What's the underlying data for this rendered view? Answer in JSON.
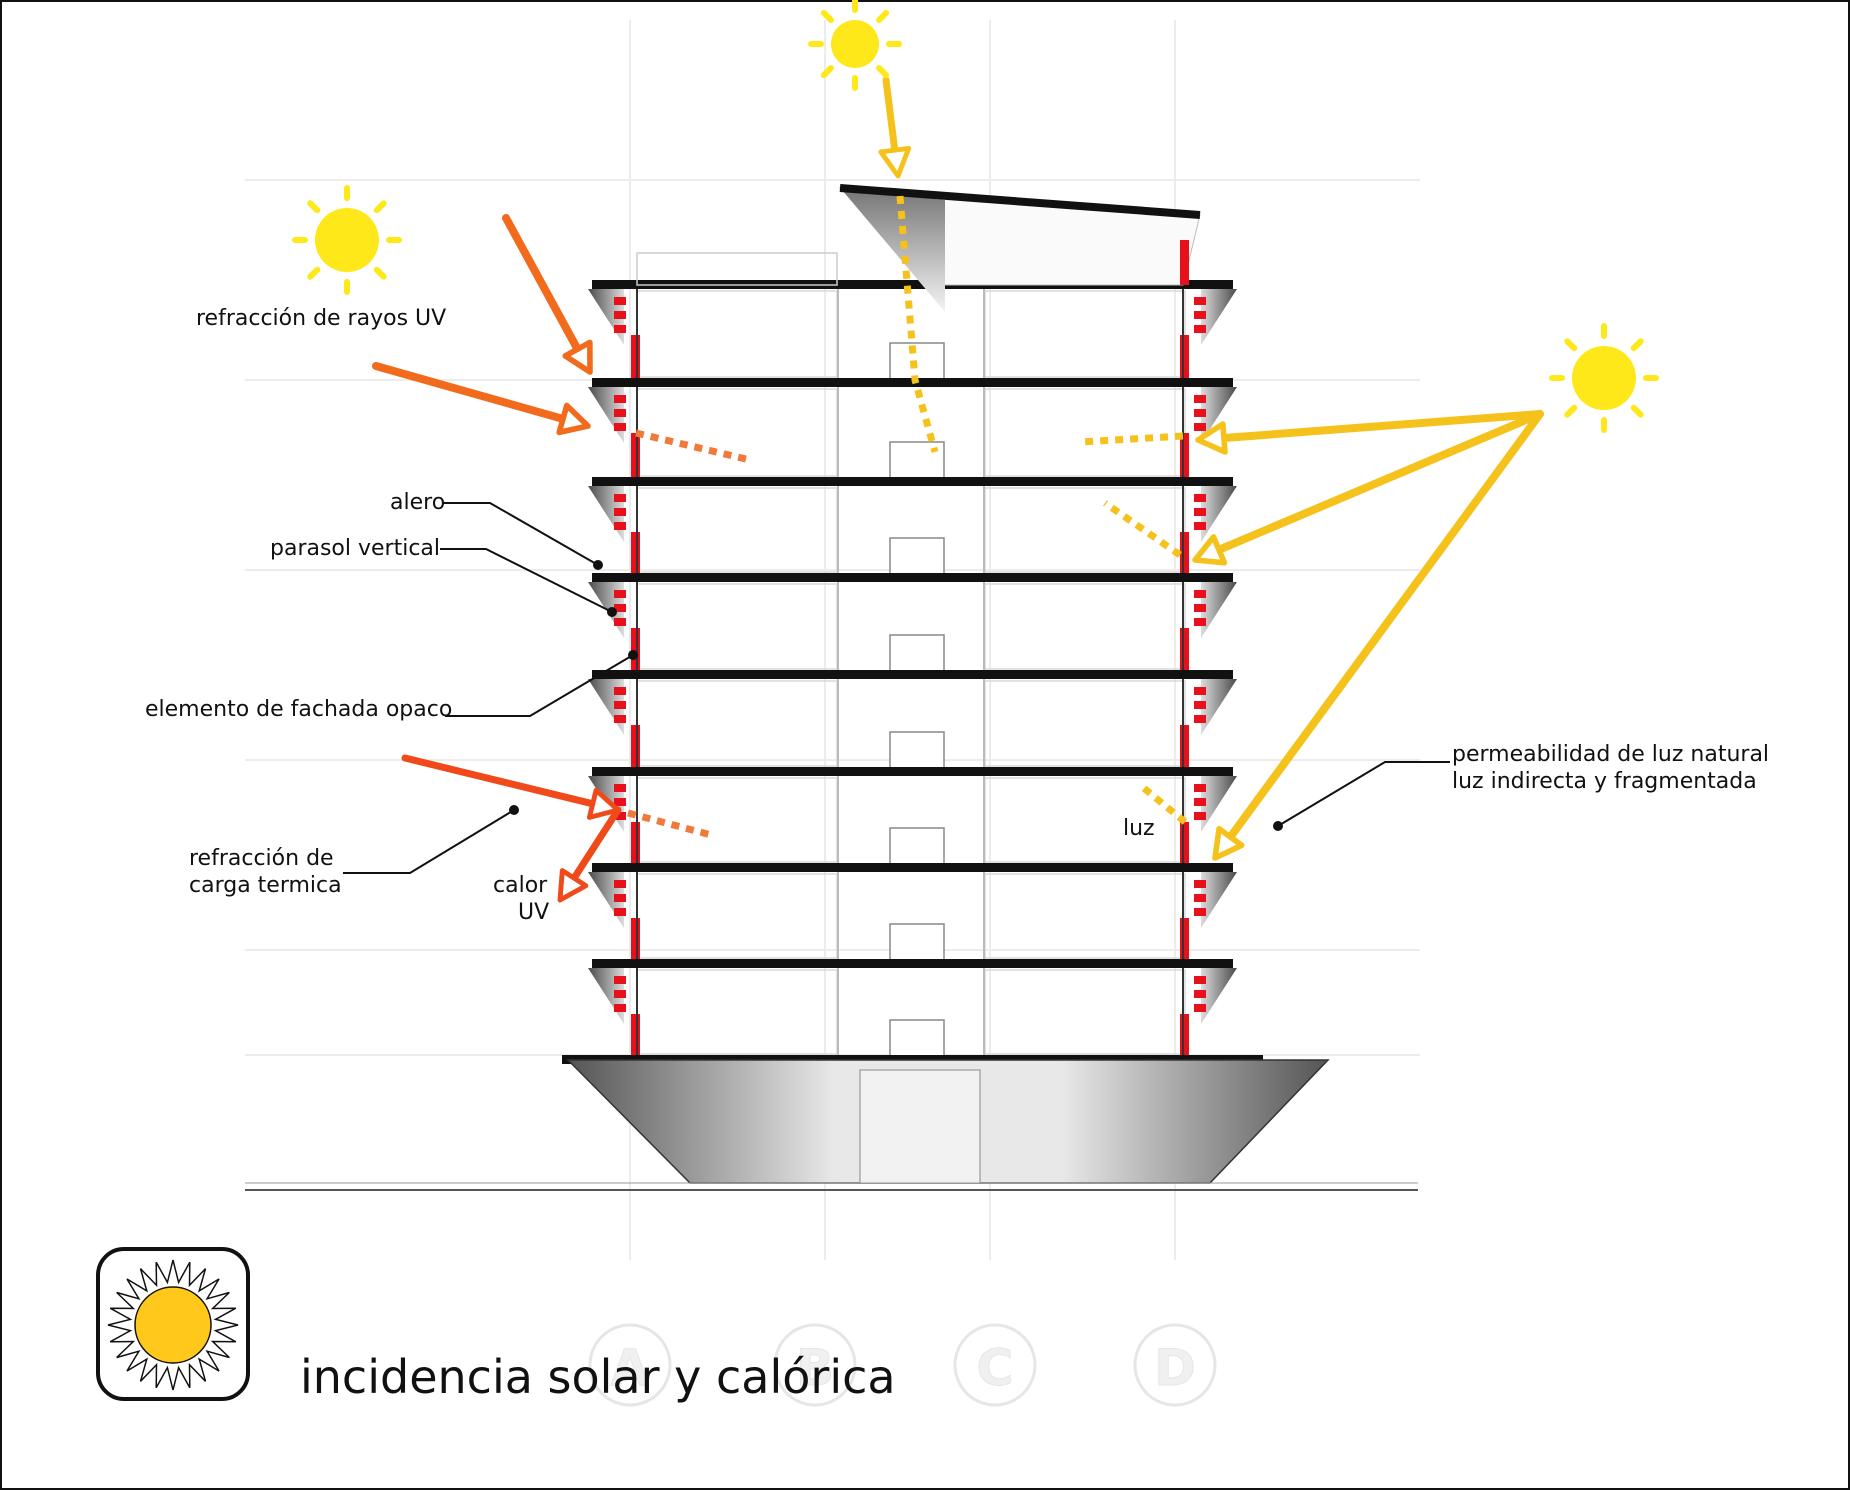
{
  "labels": {
    "uv_refraction": "refracción de rayos UV",
    "eave": "alero",
    "vertical_sunshade": "parasol vertical",
    "opaque_facade": "elemento de fachada opaco",
    "thermal_refraction_1": "refracción de",
    "thermal_refraction_2": "carga termica",
    "heat": "calor",
    "uv": "UV",
    "light": "luz",
    "natural_light_1": "permeabilidad de luz natural",
    "natural_light_2": "luz indirecta y fragmentada"
  },
  "legend": {
    "title": "incidencia solar y calórica",
    "icon": "sun-icon"
  },
  "grid_axes": [
    "A",
    "B",
    "C",
    "D"
  ],
  "colors": {
    "sun": "#ffe81a",
    "sun_legend": "#ffc81a",
    "ray_orange": "#f26a1b",
    "ray_red": "#f04a1a",
    "ray_yellow": "#f4c21a",
    "dotted_orange": "#f07a3a",
    "dotted_yellow": "#f4c21a",
    "slab": "#111111",
    "sunshade": "#e8101a"
  }
}
